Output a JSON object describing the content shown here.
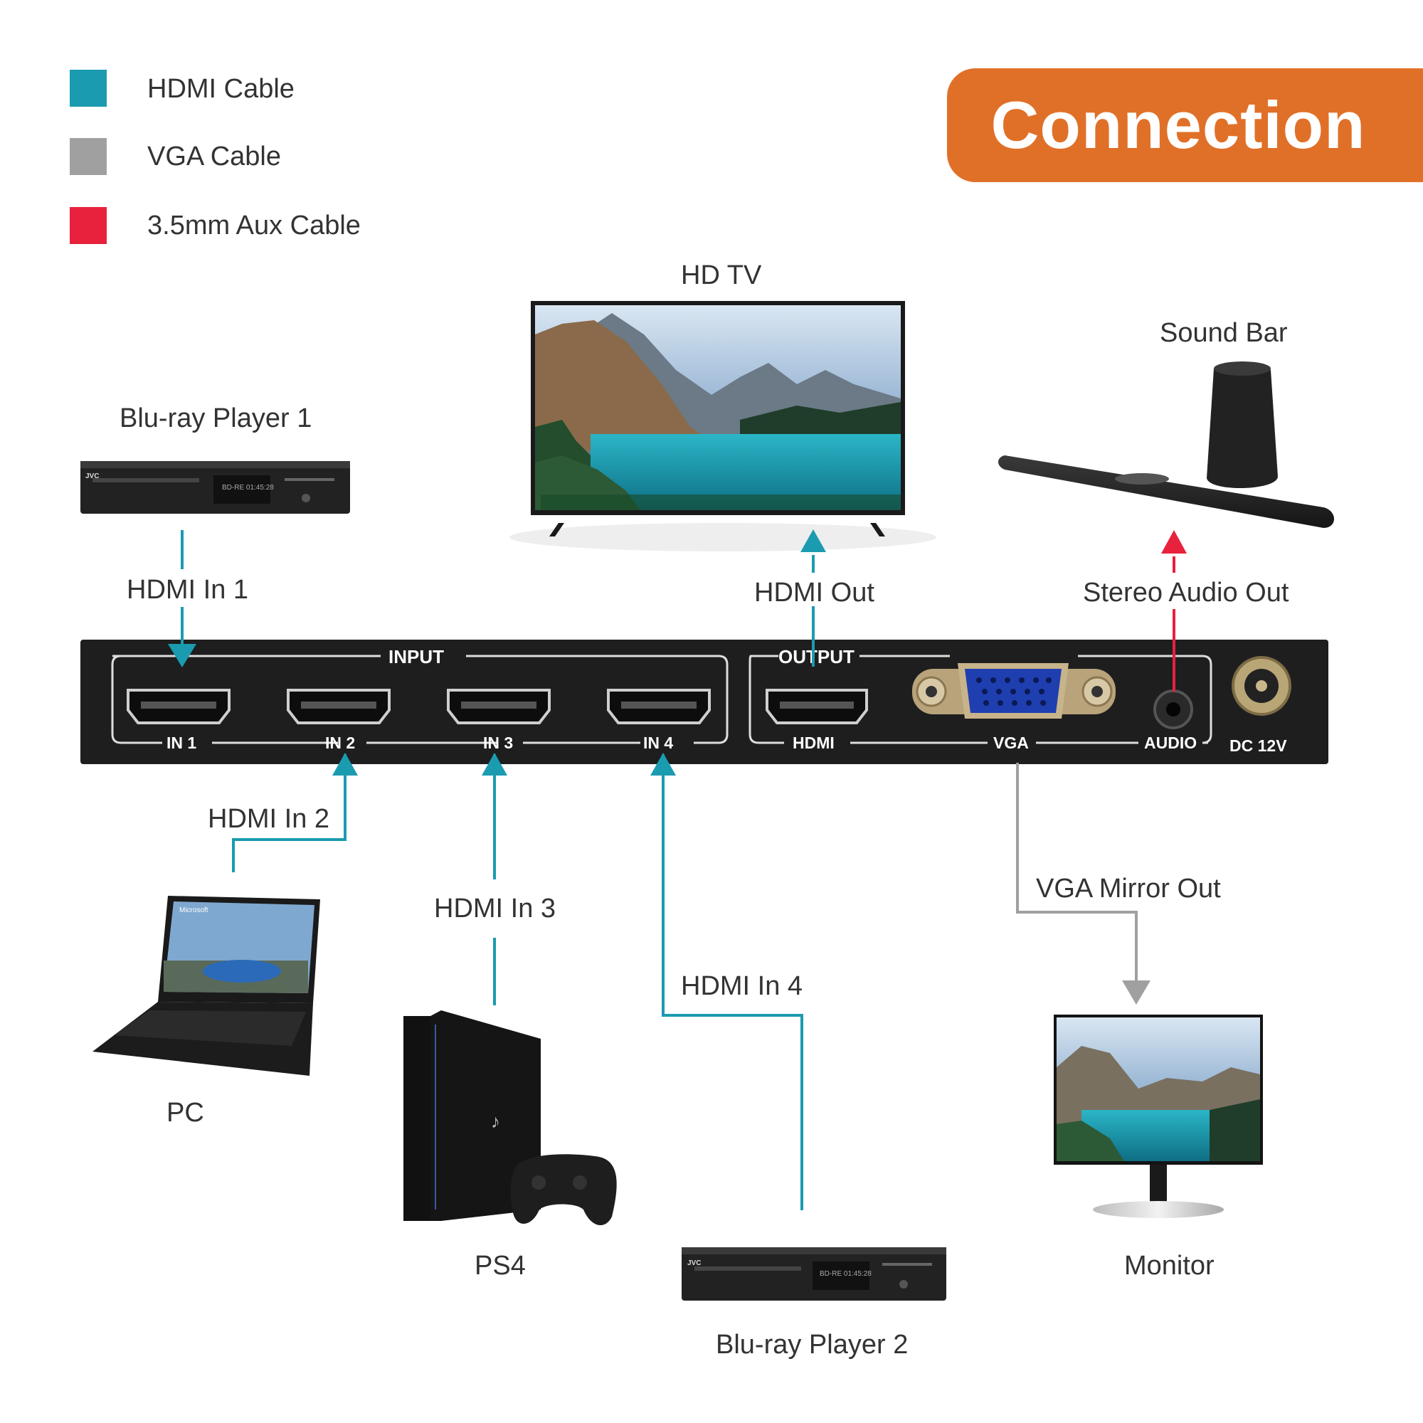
{
  "title": "Connection",
  "legend": [
    {
      "label": "HDMI Cable",
      "color": "#1B9BB0"
    },
    {
      "label": "VGA Cable",
      "color": "#A0A0A0"
    },
    {
      "label": "3.5mm Aux Cable",
      "color": "#E8213D"
    }
  ],
  "devices": {
    "hdtv": "HD TV",
    "soundbar": "Sound Bar",
    "bluray1": "Blu-ray Player 1",
    "pc": "PC",
    "ps4": "PS4",
    "bluray2": "Blu-ray Player 2",
    "monitor": "Monitor"
  },
  "connections": {
    "hdmi_in_1": "HDMI In 1",
    "hdmi_in_2": "HDMI In 2",
    "hdmi_in_3": "HDMI In 3",
    "hdmi_in_4": "HDMI In 4",
    "hdmi_out": "HDMI Out",
    "stereo_audio_out": "Stereo Audio Out",
    "vga_mirror_out": "VGA Mirror Out"
  },
  "switch_panel": {
    "input": "INPUT",
    "output": "OUTPUT",
    "ports": [
      "IN 1",
      "IN 2",
      "IN 3",
      "IN 4"
    ],
    "hdmi": "HDMI",
    "vga": "VGA",
    "audio": "AUDIO",
    "power": "DC 12V"
  },
  "player_display": "BD-RE 01:45:28",
  "colors": {
    "accent": "#E07028",
    "hdmi": "#1B9BB0",
    "vga": "#A0A0A0",
    "aux": "#E8213D"
  }
}
